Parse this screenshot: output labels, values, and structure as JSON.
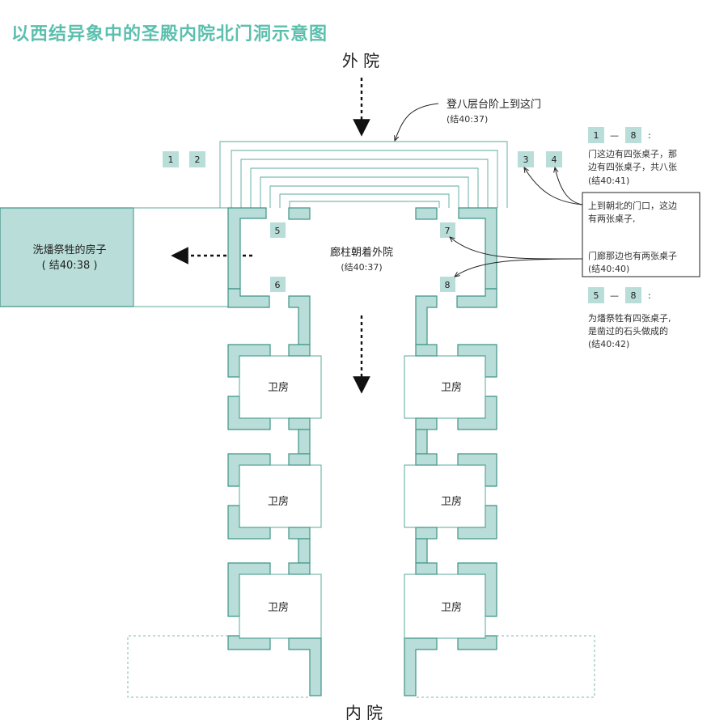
{
  "title": "以西结异象中的圣殿内院北门洞示意图",
  "outer_court": "外 院",
  "inner_court": "内 院",
  "stairs_note": {
    "text": "登八层台阶上到这门",
    "ref": "(结40:37)"
  },
  "portico_note": {
    "text": "廊柱朝着外院",
    "ref": "(结40:37)"
  },
  "washing_room": {
    "text": "洗燔祭牲的房子",
    "ref": "( 结40:38 )"
  },
  "guard_room": "卫房",
  "table_numbers": [
    "1",
    "2",
    "3",
    "4",
    "5",
    "6",
    "7",
    "8"
  ],
  "note_1_8": {
    "from": "1",
    "dash": "—",
    "to": "8",
    "colon": ":",
    "line1": "门这边有四张桌子，那",
    "line2": "边有四张桌子，共八张",
    "ref": "(结40:41)"
  },
  "callout_box": {
    "line1": "上到朝北的门口，这边",
    "line2": "有两张桌子,",
    "line3": "门廊那边也有两张桌子",
    "ref": "(结40:40)"
  },
  "note_5_8": {
    "from": "5",
    "dash": "—",
    "to": "8",
    "colon": ":",
    "line1": "为燔祭牲有四张桌子,",
    "line2": "是凿过的石头做成的",
    "ref": "(结40:42)"
  },
  "colors": {
    "title": "#5bbfae",
    "wall_fill": "#b9ddd8",
    "wall_stroke": "#3f9487"
  }
}
